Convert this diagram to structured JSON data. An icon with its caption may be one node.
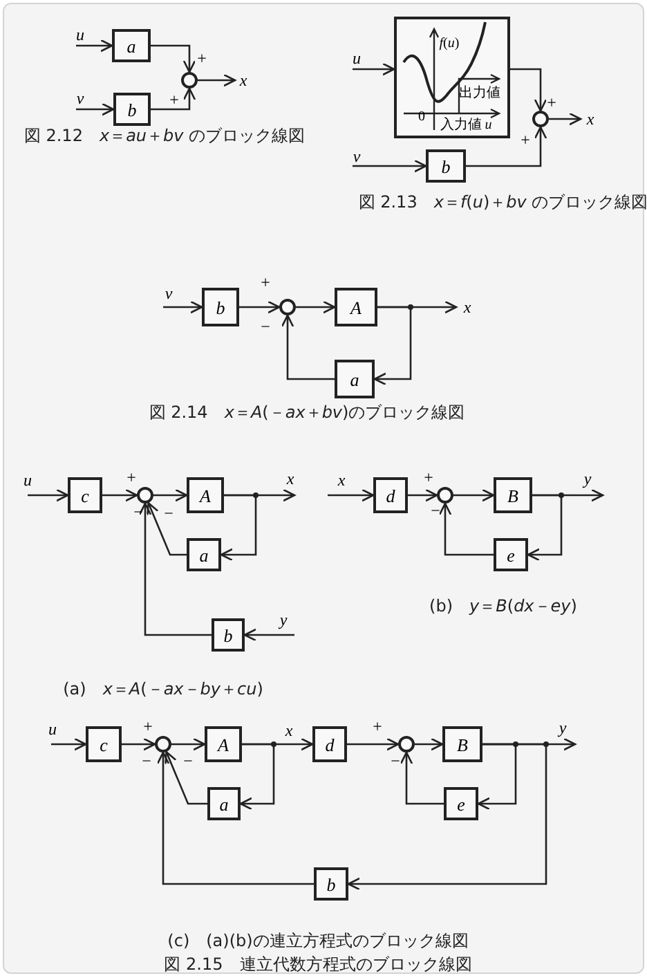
{
  "diagram": {
    "nodes": [
      {
        "text": [
          "a"
        ]
      },
      {
        "text": [
          "b"
        ]
      },
      {
        "text": [],
        "shape": "circle"
      },
      {
        "text": [
          "*f*(*u*)",
          "出力値",
          "0",
          "入力値 *u*"
        ]
      },
      {
        "text": [],
        "shape": "circle"
      },
      {
        "text": [
          "b"
        ]
      },
      {
        "text": [
          "b"
        ]
      },
      {
        "text": [],
        "shape": "circle"
      },
      {
        "text": [
          "A"
        ]
      },
      {
        "text": [
          "a"
        ]
      },
      {
        "text": [
          "c"
        ]
      },
      {
        "text": [],
        "shape": "circle"
      },
      {
        "text": [
          "A"
        ]
      },
      {
        "text": [
          "a"
        ]
      },
      {
        "text": [
          "b"
        ]
      },
      {
        "text": [
          "d"
        ]
      },
      {
        "text": [],
        "shape": "circle"
      },
      {
        "text": [
          "B"
        ]
      },
      {
        "text": [
          "e"
        ]
      },
      {
        "text": [
          "c"
        ]
      },
      {
        "text": [],
        "shape": "circle"
      },
      {
        "text": [
          "A"
        ]
      },
      {
        "text": [
          "d"
        ]
      },
      {
        "text": [],
        "shape": "circle"
      },
      {
        "text": [
          "B"
        ]
      },
      {
        "text": [
          "a"
        ]
      },
      {
        "text": [
          "e"
        ]
      },
      {
        "text": [
          "b"
        ]
      }
    ],
    "edges": [
      {
        "from": null,
        "to": 0,
        "arrow": "to",
        "label": "u"
      },
      {
        "from": null,
        "to": 1,
        "arrow": "to",
        "label": "v"
      },
      {
        "from": 0,
        "to": 2,
        "arrow": "to"
      },
      {
        "from": 1,
        "to": 2,
        "arrow": "to"
      },
      {
        "from": 2,
        "to": null,
        "arrow": "to",
        "label": "x"
      },
      {
        "from": null,
        "to": 3,
        "arrow": "to",
        "label": "u"
      },
      {
        "from": null,
        "to": 5,
        "arrow": "to",
        "label": "v"
      },
      {
        "from": 3,
        "to": 4,
        "arrow": "to"
      },
      {
        "from": 5,
        "to": 4,
        "arrow": "to"
      },
      {
        "from": 4,
        "to": null,
        "arrow": "to",
        "label": "x"
      },
      {
        "from": null,
        "to": 6,
        "arrow": "to",
        "label": "v"
      },
      {
        "from": 6,
        "to": 7,
        "arrow": "to"
      },
      {
        "from": 7,
        "to": 8,
        "arrow": "to"
      },
      {
        "from": 8,
        "to": null,
        "arrow": "to",
        "label": "x"
      },
      {
        "from": 8,
        "to": 9,
        "arrow": "to"
      },
      {
        "from": 9,
        "to": 7,
        "arrow": "to"
      },
      {
        "from": null,
        "to": 10,
        "arrow": "to",
        "label": "u"
      },
      {
        "from": 10,
        "to": 11,
        "arrow": "to"
      },
      {
        "from": 11,
        "to": 12,
        "arrow": "to"
      },
      {
        "from": 12,
        "to": null,
        "arrow": "to",
        "label": "x"
      },
      {
        "from": 12,
        "to": 13,
        "arrow": "to"
      },
      {
        "from": 13,
        "to": 11,
        "arrow": "to"
      },
      {
        "from": null,
        "to": 14,
        "arrow": "to",
        "label": "y"
      },
      {
        "from": 14,
        "to": 11,
        "arrow": "to"
      },
      {
        "from": null,
        "to": 15,
        "arrow": "to",
        "label": "x"
      },
      {
        "from": 15,
        "to": 16,
        "arrow": "to"
      },
      {
        "from": 16,
        "to": 17,
        "arrow": "to"
      },
      {
        "from": 17,
        "to": null,
        "arrow": "to",
        "label": "y"
      },
      {
        "from": 17,
        "to": 18,
        "arrow": "to"
      },
      {
        "from": 18,
        "to": 16,
        "arrow": "to"
      },
      {
        "from": null,
        "to": 19,
        "arrow": "to",
        "label": "u"
      },
      {
        "from": 19,
        "to": 20,
        "arrow": "to"
      },
      {
        "from": 20,
        "to": 21,
        "arrow": "to"
      },
      {
        "from": 21,
        "to": 22,
        "arrow": "to",
        "label": "x"
      },
      {
        "from": 21,
        "to": 25,
        "arrow": "to"
      },
      {
        "from": 25,
        "to": 20,
        "arrow": "to"
      },
      {
        "from": 22,
        "to": 23,
        "arrow": "to"
      },
      {
        "from": 23,
        "to": 24,
        "arrow": "to"
      },
      {
        "from": 24,
        "to": null,
        "arrow": "to",
        "label": "y"
      },
      {
        "from": 24,
        "to": 26,
        "arrow": "to"
      },
      {
        "from": 26,
        "to": 23,
        "arrow": "to"
      },
      {
        "from": 24,
        "to": 27,
        "arrow": "to"
      },
      {
        "from": 27,
        "to": 20,
        "arrow": "to"
      }
    ],
    "labels": [
      "+",
      "+",
      "図 2.12　*x*＝*au*＋*bv* のブロック線図",
      "+",
      "+",
      "図 2.13　*x*＝*f*(*u*)＋*bv* のブロック線図",
      "+",
      "−",
      "図 2.14　*x*＝*A*(－*ax*＋*bv*)のブロック線図",
      "+",
      "−",
      "−",
      "+",
      "−",
      "(b)　*y*＝*B*(*dx*－*ey*)",
      "(a)　*x*＝*A*(－*ax*－*by*＋*cu*)",
      "+",
      "−",
      "−",
      "+",
      "−",
      "(c)　(a)(b)の連立方程式のブロック線図",
      "図 2.15　連立代数方程式のブロック線図"
    ]
  }
}
